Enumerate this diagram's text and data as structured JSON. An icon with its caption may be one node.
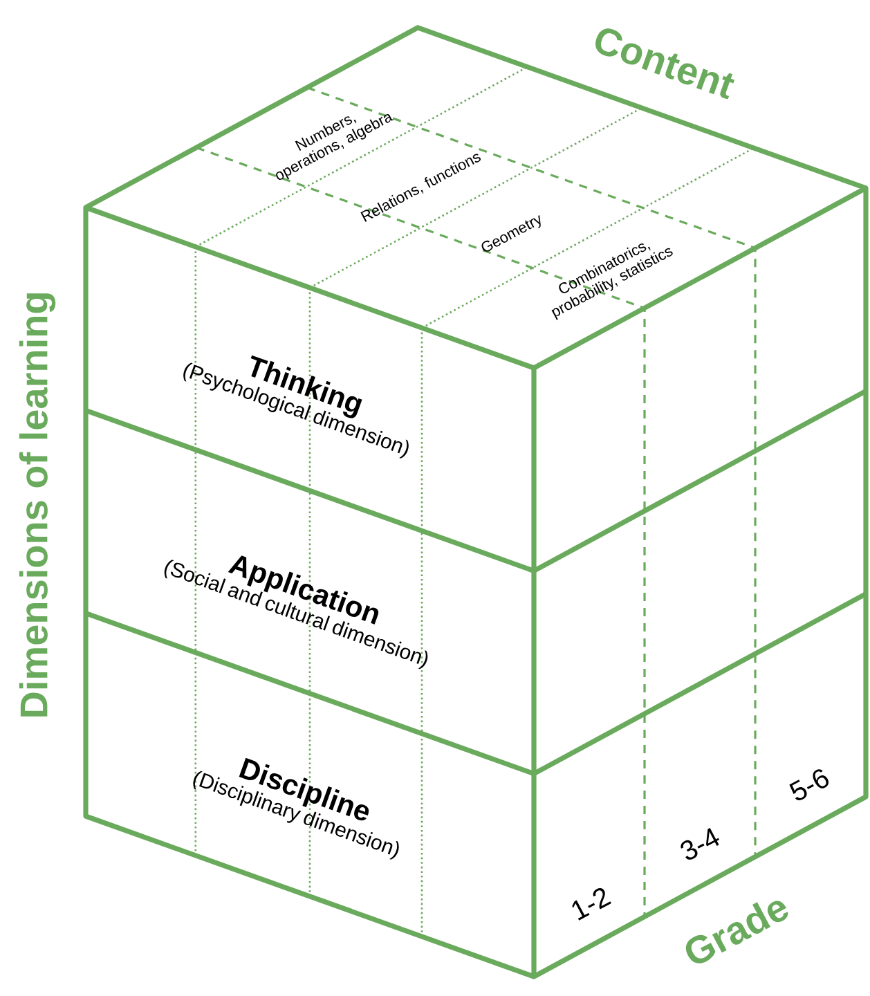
{
  "diagram": {
    "nodes": [
      {
        "text": [
          "Numbers, operations, algebra"
        ]
      },
      {
        "text": [
          "Relations, functions"
        ]
      },
      {
        "text": [
          "Geometry"
        ]
      },
      {
        "text": [
          "Combinatorics, probability, statistics"
        ]
      },
      {
        "text": [
          "Thinking",
          "(Psychological dimension)"
        ]
      },
      {
        "text": [
          "Application",
          "(Social and cultural dimension)"
        ]
      },
      {
        "text": [
          "Discipline",
          "(Disciplinary dimension)"
        ]
      },
      {
        "text": [
          "1-2"
        ]
      },
      {
        "text": [
          "3-4"
        ]
      },
      {
        "text": [
          "5-6"
        ]
      }
    ],
    "labels": [
      "Content",
      "Dimensions of learning",
      "Grade"
    ]
  }
}
